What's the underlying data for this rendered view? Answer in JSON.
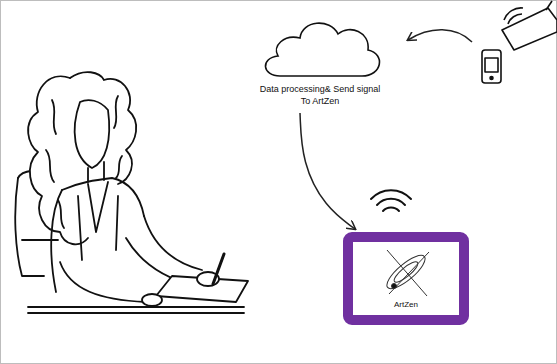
{
  "diagram": {
    "nodes": [
      {
        "text": [
          "Data processing& Send signal To ArtZen"
        ]
      },
      {
        "text": [
          "ArtZen"
        ]
      }
    ],
    "edges": [
      {
        "from": 0,
        "to": 1,
        "arrow": "to"
      }
    ]
  }
}
